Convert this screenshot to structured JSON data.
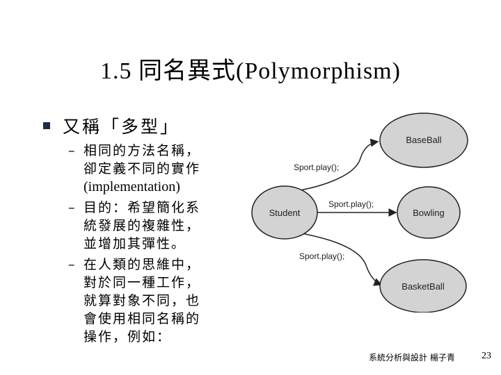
{
  "slide": {
    "title": "1.5 同名異式(Polymorphism)",
    "bullet": "又稱「多型」",
    "sub_items": [
      {
        "dash": "–",
        "lines": [
          "相同的方法名稱，",
          "卻定義不同的實作",
          "(implementation)"
        ]
      },
      {
        "dash": "–",
        "lines": [
          "目的：希望簡化系",
          "統發展的複雜性，",
          "並增加其彈性。"
        ]
      },
      {
        "dash": "–",
        "lines": [
          "在人類的思維中，",
          "對於同一種工作，",
          "就算對象不同，也",
          "會使用相同名稱的",
          "操作，例如："
        ]
      }
    ]
  },
  "diagram": {
    "nodes": {
      "student": "Student",
      "baseball": "BaseBall",
      "bowling": "Bowling",
      "basketball": "BasketBall"
    },
    "edge_labels": {
      "top": "Sport.play();",
      "middle": "Sport.play();",
      "bottom": "Sport.play();"
    },
    "colors": {
      "node_fill": "#d3d3d3",
      "node_stroke": "#222222",
      "edge": "#222222"
    }
  },
  "footer": {
    "text": "系統分析與設計 楊子青",
    "page": "23"
  }
}
